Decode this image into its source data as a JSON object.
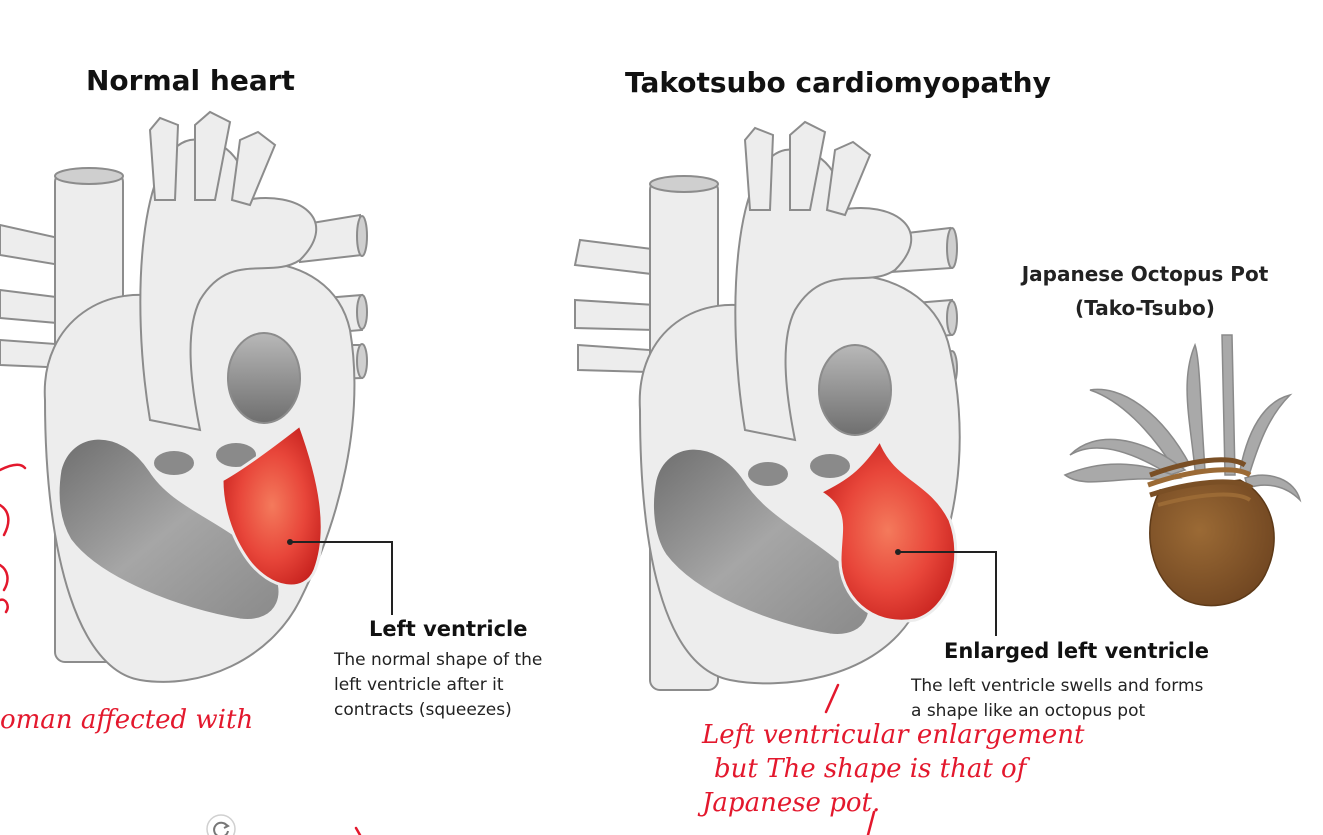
{
  "normal_heart": {
    "title": "Normal heart",
    "ventricle_label": "Left ventricle",
    "ventricle_desc_lines": [
      "The normal shape of the",
      "left ventricle after it",
      "contracts (squeezes)"
    ]
  },
  "takotsubo": {
    "title": "Takotsubo cardiomyopathy",
    "ventricle_label": "Enlarged left ventricle",
    "ventricle_desc_lines": [
      "The left ventricle swells and forms",
      "a shape like an octopus pot"
    ]
  },
  "octopus_pot": {
    "title_lines": [
      "Japanese Octopus Pot",
      "(Tako-Tsubo)"
    ]
  },
  "handwritten_notes": {
    "left_margin_fragment": "oman affected with",
    "right_note_lines": [
      "Left ventricular enlargement",
      "but The shape is that of",
      "Japanese pot."
    ]
  },
  "colors": {
    "heart_body": "#ededed",
    "heart_outline": "#8c8c8c",
    "chamber_gray": "#9a9a9a",
    "ventricle_red": "#d42a22",
    "ventricle_highlight": "#f26a4f",
    "pot_brown": "#8a5a2b",
    "tentacle_gray": "#a9a9a9",
    "ink_red": "#e3182d"
  },
  "icons": {
    "refresh": "refresh-icon"
  }
}
